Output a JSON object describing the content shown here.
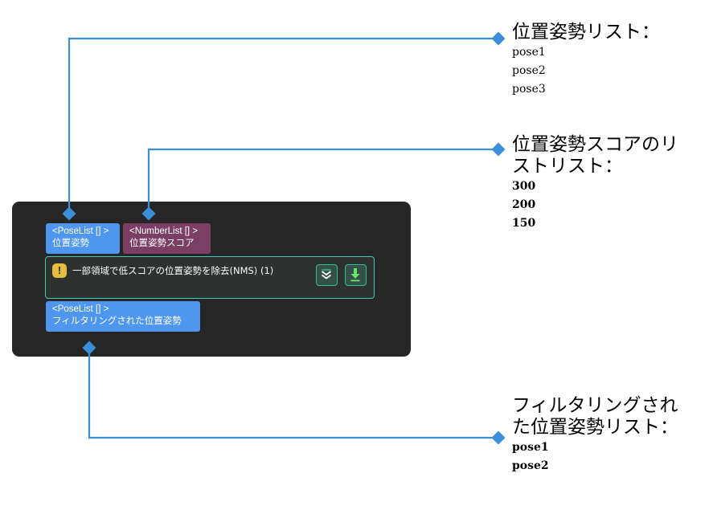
{
  "node": {
    "title": "一部領域で低スコアの位置姿勢を除去(NMS) (1)",
    "status_icon": "warning-icon",
    "buttons": {
      "collapse": "double-chevron-down-icon",
      "download": "arrow-down-icon"
    },
    "colors": {
      "panel": "#262626",
      "border_accent": "#3ec9b4",
      "port_pose": "#4f97ee",
      "port_number": "#7a3f63",
      "connector": "#3b8fd9",
      "warning": "#e6bd3d"
    },
    "input_ports": [
      {
        "type": "<PoseList [] >",
        "label": "位置姿勢"
      },
      {
        "type": "<NumberList [] >",
        "label": "位置姿勢スコア"
      }
    ],
    "output_ports": [
      {
        "type": "<PoseList [] >",
        "label": "フィルタリングされた位置姿勢"
      }
    ]
  },
  "annotations": [
    {
      "title": "位置姿勢リスト：",
      "items": [
        "pose1",
        "pose2",
        "pose3"
      ]
    },
    {
      "title_lines": [
        "位置姿勢スコアのリ",
        "ストリスト："
      ],
      "items": [
        "300",
        "200",
        "150"
      ]
    },
    {
      "title_lines": [
        "フィルタリングされ",
        "た位置姿勢リスト："
      ],
      "items": [
        "pose1",
        "pose2"
      ]
    }
  ]
}
